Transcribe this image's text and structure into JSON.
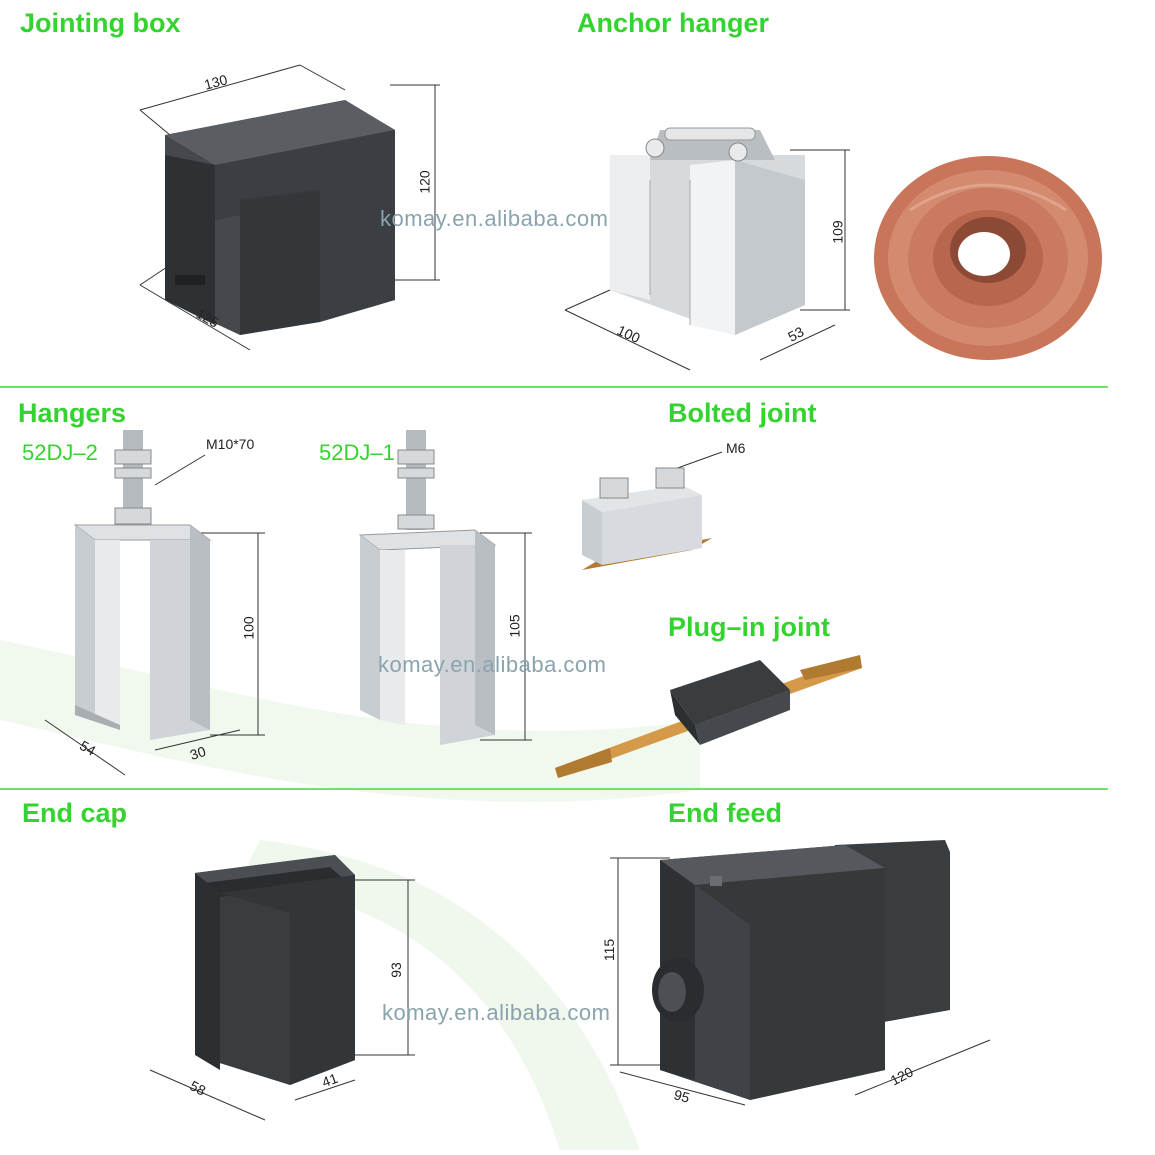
{
  "sections": {
    "jointing_box": "Jointing box",
    "anchor_hanger": "Anchor hanger",
    "hangers": "Hangers",
    "bolted_joint": "Bolted joint",
    "plug_in_joint": "Plug–in joint",
    "end_cap": "End cap",
    "end_feed": "End feed"
  },
  "models": {
    "hanger_a": "52DJ–2",
    "hanger_b": "52DJ–1"
  },
  "callouts": {
    "bolt": "M10*70",
    "bolted_joint": "M6"
  },
  "dims": {
    "jointing_box": {
      "width": "130",
      "height": "120",
      "depth": "125"
    },
    "anchor_hanger": {
      "height": "109",
      "width": "100",
      "depth": "53"
    },
    "hanger_a": {
      "height": "100",
      "width": "54",
      "depth": "30"
    },
    "hanger_b": {
      "height": "105"
    },
    "end_cap": {
      "height": "93",
      "width": "58",
      "depth": "41"
    },
    "end_feed": {
      "height": "115",
      "width": "95",
      "depth": "120"
    }
  },
  "watermark": "komay.en.alibaba.com",
  "colors": {
    "heading": "#35d32f",
    "divider": "#6ee36a",
    "plastic": "#3a3d40",
    "copper": "#c8755a",
    "steel": "#c9ced3"
  }
}
